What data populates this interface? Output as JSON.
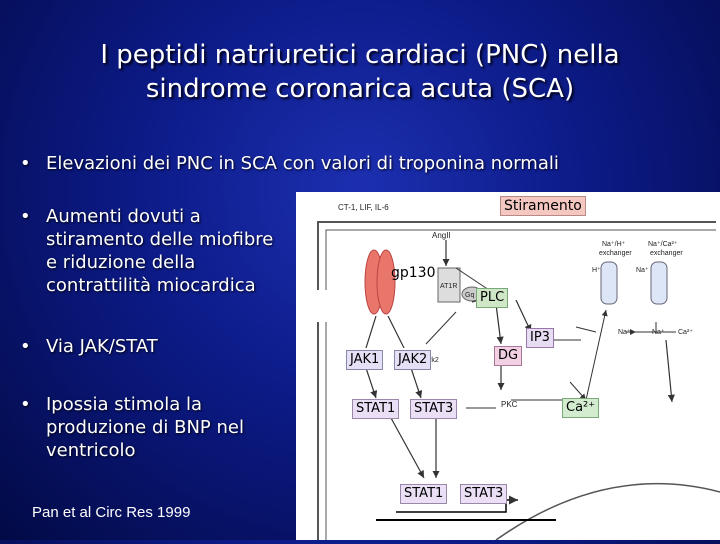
{
  "title": {
    "line1": "I peptidi natriuretici cardiaci (PNC) nella",
    "line2": "sindrome coronarica acuta (SCA)"
  },
  "bullets": [
    {
      "marker": "•",
      "lines": [
        "Elevazioni dei PNC in SCA con valori di troponina normali"
      ]
    },
    {
      "marker": "•",
      "lines": [
        "Aumenti dovuti a",
        "stiramento delle miofibre",
        "e riduzione della",
        "contrattilità miocardica"
      ]
    },
    {
      "marker": "•",
      "lines": [
        "Via JAK/STAT"
      ]
    },
    {
      "marker": "•",
      "lines": [
        "Ipossia stimola la",
        "produzione di BNP nel",
        "ventricolo"
      ]
    }
  ],
  "citation": "Pan et al Circ Res 1999",
  "diagram": {
    "stretch_label": "Stiramento",
    "gp130": "gp130",
    "plc": "PLC",
    "ip3": "IP3",
    "dg": "DG",
    "jak1": "JAK1",
    "jak2": "JAK2",
    "stat1": "STAT1",
    "stat3": "STAT3",
    "ca2": "Ca²⁺",
    "nucleus_stat1": "STAT1",
    "nucleus_stat3": "STAT3",
    "small": {
      "ligands": "CT-1, LIF, IL-6",
      "angii": "AngII",
      "at1r": "AT1R",
      "gq": "Gq",
      "tyk2": "Tyk2",
      "pkc": "PKC",
      "na_h": "Na⁺/H⁺",
      "na_h_2": "exchanger",
      "na_ca": "Na⁺/Ca²⁺",
      "na_ca_2": "exchanger",
      "h": "H⁺",
      "na_in": "Na⁺",
      "na_out": "Na⁺",
      "na_out2": "Na⁺",
      "ca_out": "Ca²⁺"
    },
    "colors": {
      "stretch_box": "#f4c7c0",
      "gp130_fill": "#e8766a",
      "plc_box": "#cfe7c6",
      "ip3_box": "#e8dcf2",
      "dg_box": "#f2cfe3",
      "jak_box": "#e6e0f6",
      "stat_box": "#eadff4",
      "ca_box": "#d3ecd0"
    }
  }
}
